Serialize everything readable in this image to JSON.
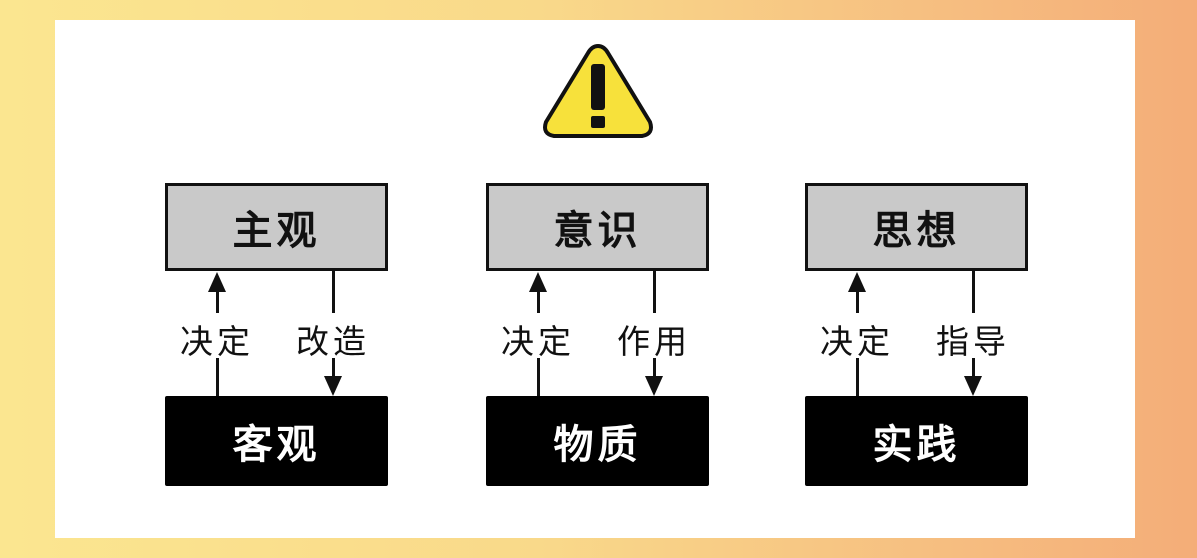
{
  "warning_icon": "warning-triangle-icon",
  "colors": {
    "gray_box": "#c9c9c9",
    "black_box": "#000000",
    "warning": "#f7e13b"
  },
  "groups": [
    {
      "top": "主观",
      "bottom": "客观",
      "up_label": "决定",
      "down_label": "改造"
    },
    {
      "top": "意识",
      "bottom": "物质",
      "up_label": "决定",
      "down_label": "作用"
    },
    {
      "top": "思想",
      "bottom": "实践",
      "up_label": "决定",
      "down_label": "指导"
    }
  ]
}
